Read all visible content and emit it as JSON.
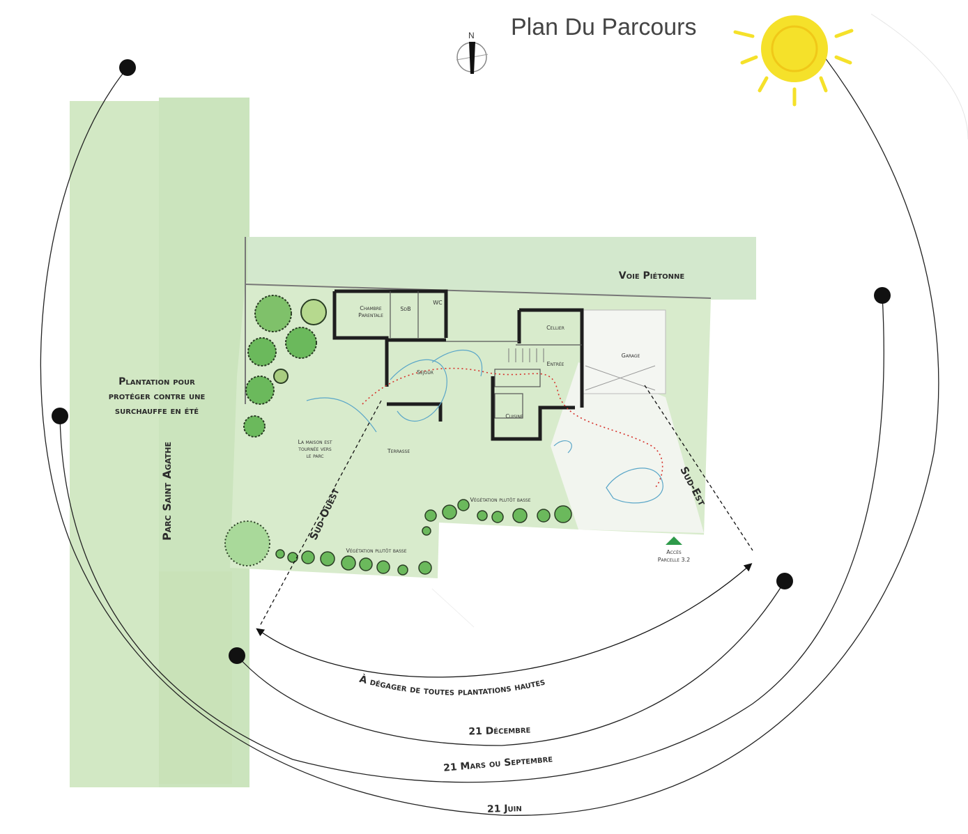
{
  "title": "Plan Du Parcours",
  "compass_label": "N",
  "zones": {
    "park": "Parc Saint Agathe",
    "path": "Voie Piétonne",
    "terrace": "Terrasse"
  },
  "notes": {
    "plantation_line1": "Plantation pour",
    "plantation_line2": "protéger contre une",
    "plantation_line3": "surchauffe en été",
    "house_line1": "La maison est",
    "house_line2": "tournée vers",
    "house_line3": "le parc",
    "veg_low_1": "Végétation plutôt basse",
    "veg_low_2": "Végétation plutôt basse",
    "access_line1": "Accès",
    "access_line2": "Parcelle 3.2"
  },
  "rooms": {
    "chambre_line1": "Chambre",
    "chambre_line2": "Parentale",
    "sdb": "SdB",
    "wc": "WC",
    "cellier": "Cellier",
    "garage": "Garage",
    "sejour": "Séjour",
    "entree": "Entrée",
    "cuisine": "Cuisine"
  },
  "directions": {
    "southwest": "Sud-Ouest",
    "southeast": "Sud-Est"
  },
  "arcs": {
    "clear": "À dégager de toutes plantations hautes",
    "december": "21 Décembre",
    "equinox": "21 Mars ou Septembre",
    "june": "21 Juin"
  },
  "colors": {
    "park_green": "#cfe6c2",
    "lawn_green": "#d8ebcc",
    "path_green": "#d3e8cd",
    "sun_yellow": "#f5e12a",
    "wall": "#1e1e1e",
    "access_marker": "#2e9a4a"
  }
}
